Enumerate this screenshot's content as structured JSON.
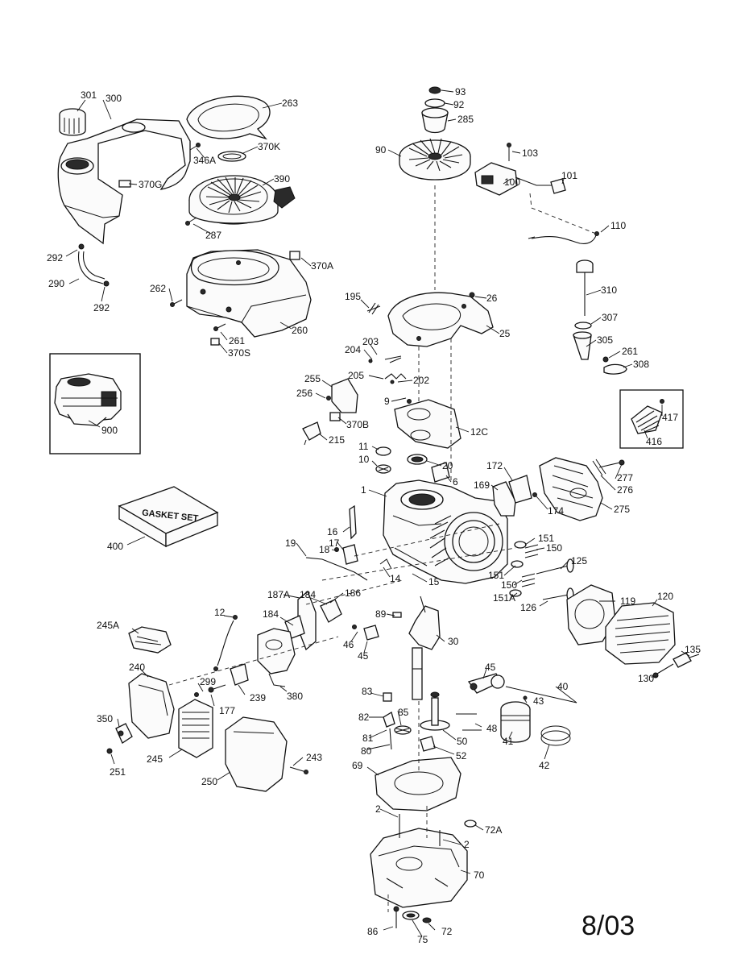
{
  "labels": {
    "p301": "301",
    "p300": "300",
    "p263": "263",
    "p93": "93",
    "p92": "92",
    "p285": "285",
    "p103": "103",
    "p90": "90",
    "p100": "100",
    "p101": "101",
    "p346A": "346A",
    "p370K": "370K",
    "p370G": "370G",
    "p390": "390",
    "p287": "287",
    "p110": "110",
    "p292a": "292",
    "p370A": "370A",
    "p290": "290",
    "p292b": "292",
    "p262": "262",
    "p310": "310",
    "p195": "195",
    "p26": "26",
    "p307": "307",
    "p260": "260",
    "p261a": "261",
    "p370S": "370S",
    "p25": "25",
    "p203": "203",
    "p204": "204",
    "p305": "305",
    "p261b": "261",
    "p308": "308",
    "p205": "205",
    "p202": "202",
    "p255": "255",
    "p256": "256",
    "p9": "9",
    "p417": "417",
    "p900": "900",
    "p370B": "370B",
    "p12C": "12C",
    "p416": "416",
    "p215": "215",
    "p11": "11",
    "p10": "10",
    "p20": "20",
    "p172": "172",
    "p277": "277",
    "p6": "6",
    "p169": "169",
    "p276": "276",
    "p1": "1",
    "p174": "174",
    "p275": "275",
    "p16": "16",
    "p151a": "151",
    "p400": "400",
    "p19": "19",
    "p17": "17",
    "p150a": "150",
    "p18": "18",
    "p125": "125",
    "p151b": "151",
    "p14": "14",
    "p15": "15",
    "p150b": "150",
    "p119": "119",
    "p187A": "187A",
    "p184a": "184",
    "p186": "186",
    "p151A": "151A",
    "p126": "126",
    "p120": "120",
    "p12": "12",
    "p245A": "245A",
    "p89": "89",
    "p184b": "184",
    "p30": "30",
    "p46": "46",
    "p45a": "45",
    "p135": "135",
    "p45b": "45",
    "p240": "240",
    "p130": "130",
    "p299": "299",
    "p40": "40",
    "p239": "239",
    "p380": "380",
    "p177": "177",
    "p83": "83",
    "p43": "43",
    "p85": "85",
    "p350": "350",
    "p82": "82",
    "p48": "48",
    "p41": "41",
    "p81": "81",
    "p50": "50",
    "p245": "245",
    "p52": "52",
    "p80": "80",
    "p243": "243",
    "p42": "42",
    "p251": "251",
    "p69": "69",
    "p250": "250",
    "p2a": "2",
    "p72A": "72A",
    "p2b": "2",
    "p70": "70",
    "p86": "86",
    "p72": "72",
    "p75": "75"
  },
  "gasket_set": "GASKET SET",
  "date_stamp": "8/03"
}
